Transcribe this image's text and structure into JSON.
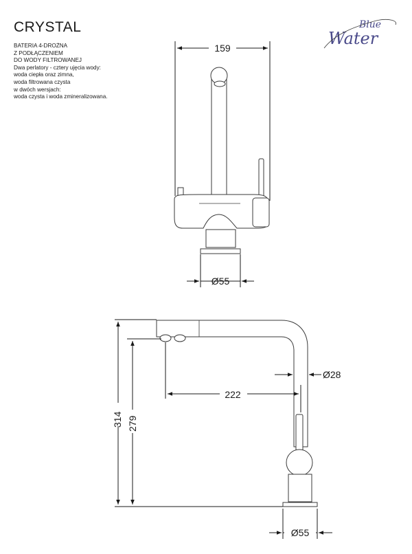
{
  "title": "CRYSTAL",
  "description": [
    "BATERIA 4-DROŻNA",
    "Z PODŁĄCZENIEM",
    "DO WODY FILTROWANEJ",
    "Dwa perlatory - cztery ujęcia wody:",
    "woda ciepła oraz zimna,",
    "woda filtrowana czysta",
    "w dwóch wersjach:",
    "woda czysta i woda zmineralizowana."
  ],
  "logo": {
    "line1": "Blue",
    "line2": "Water",
    "color": "#4a4a8a"
  },
  "front_view": {
    "width_label": "159",
    "base_label": "Ø55"
  },
  "side_view": {
    "total_height_label": "314",
    "spout_height_label": "279",
    "reach_label": "222",
    "spout_diameter_label": "Ø28",
    "base_label": "Ø55"
  }
}
